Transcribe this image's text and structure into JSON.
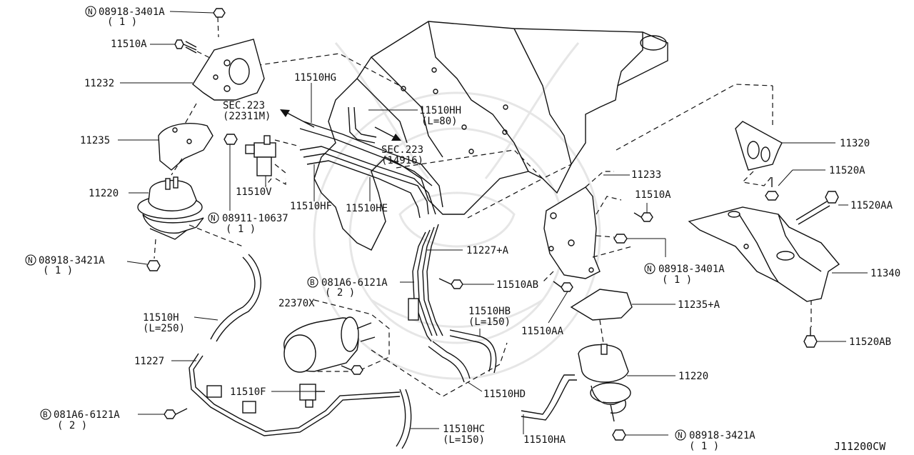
{
  "diagram_id": "J11200CW",
  "sec_refs": [
    {
      "title": "SEC.223",
      "code": "(22311M)"
    },
    {
      "title": "SEC.223",
      "code": "(14916)"
    }
  ],
  "callouts": [
    {
      "prefix": "N",
      "code": "08918-3401A",
      "qty": "( 1 )"
    },
    {
      "prefix": "",
      "code": "11510A",
      "qty": ""
    },
    {
      "prefix": "",
      "code": "11232",
      "qty": ""
    },
    {
      "prefix": "",
      "code": "11235",
      "qty": ""
    },
    {
      "prefix": "",
      "code": "11220",
      "qty": ""
    },
    {
      "prefix": "N",
      "code": "08918-3421A",
      "qty": "( 1 )"
    },
    {
      "prefix": "",
      "code": "11510H",
      "qty": "(L=250)"
    },
    {
      "prefix": "",
      "code": "11227",
      "qty": ""
    },
    {
      "prefix": "B",
      "code": "081A6-6121A",
      "qty": "( 2 )"
    },
    {
      "prefix": "",
      "code": "11510V",
      "qty": ""
    },
    {
      "prefix": "N",
      "code": "08911-10637",
      "qty": "( 1 )"
    },
    {
      "prefix": "",
      "code": "11510HF",
      "qty": ""
    },
    {
      "prefix": "",
      "code": "11510HE",
      "qty": ""
    },
    {
      "prefix": "",
      "code": "11510HG",
      "qty": ""
    },
    {
      "prefix": "",
      "code": "11510HH",
      "qty": "(L=80)"
    },
    {
      "prefix": "",
      "code": "11227+A",
      "qty": ""
    },
    {
      "prefix": "B",
      "code": "081A6-6121A",
      "qty": "( 2 )"
    },
    {
      "prefix": "",
      "code": "22370X",
      "qty": ""
    },
    {
      "prefix": "",
      "code": "11510AB",
      "qty": ""
    },
    {
      "prefix": "",
      "code": "11510HB",
      "qty": "(L=150)"
    },
    {
      "prefix": "",
      "code": "11510AA",
      "qty": ""
    },
    {
      "prefix": "",
      "code": "11510F",
      "qty": ""
    },
    {
      "prefix": "",
      "code": "11510HD",
      "qty": ""
    },
    {
      "prefix": "",
      "code": "11510HC",
      "qty": "(L=150)"
    },
    {
      "prefix": "",
      "code": "11510HA",
      "qty": ""
    },
    {
      "prefix": "",
      "code": "11233",
      "qty": ""
    },
    {
      "prefix": "",
      "code": "11510A",
      "qty": ""
    },
    {
      "prefix": "N",
      "code": "08918-3401A",
      "qty": "( 1 )"
    },
    {
      "prefix": "",
      "code": "11235+A",
      "qty": ""
    },
    {
      "prefix": "",
      "code": "11220",
      "qty": ""
    },
    {
      "prefix": "N",
      "code": "08918-3421A",
      "qty": "( 1 )"
    },
    {
      "prefix": "",
      "code": "11320",
      "qty": ""
    },
    {
      "prefix": "",
      "code": "11520A",
      "qty": ""
    },
    {
      "prefix": "",
      "code": "11520AA",
      "qty": ""
    },
    {
      "prefix": "",
      "code": "11340",
      "qty": ""
    },
    {
      "prefix": "",
      "code": "11520AB",
      "qty": ""
    }
  ]
}
